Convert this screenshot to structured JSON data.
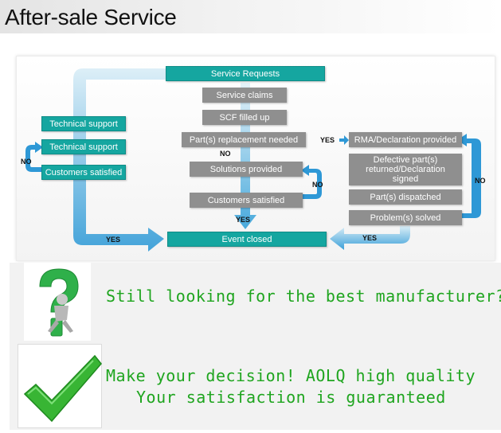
{
  "header": {
    "title": "After-sale Service"
  },
  "diagram": {
    "center": {
      "service_requests": "Service Requests",
      "service_claims": "Service claims",
      "scf_filled_up": "SCF filled up",
      "parts_replacement": "Part(s) replacement needed",
      "solutions_provided": "Solutions provided",
      "customers_satisfied": "Customers satisfied",
      "event_closed": "Event closed"
    },
    "left": {
      "technical_support_1": "Technical support",
      "technical_support_2": "Technical support",
      "customers_satisfied": "Customers satisfied"
    },
    "right": {
      "rma_declaration": "RMA/Declaration provided",
      "defective_parts": "Defective part(s) returned/Declaration signed",
      "parts_dispatched": "Part(s) dispatched",
      "problems_solved": "Problem(s) solved"
    },
    "labels": {
      "no_left": "NO",
      "yes_left": "YES",
      "no_center_1": "NO",
      "no_center_2": "NO",
      "yes_center": "YES",
      "yes_rma": "YES",
      "yes_right": "YES",
      "no_right": "NO"
    }
  },
  "messages": {
    "line1": "Still looking for the best manufacturer?",
    "line2": "Make your decision! AOLQ high quality",
    "line3": "Your satisfaction is guaranteed"
  },
  "colors": {
    "teal": "#15a6a0",
    "gray_box": "#8f8f8f",
    "arrow_light": "#a9d8ec",
    "arrow_dark": "#1e8fd0",
    "message_green": "#1fa51f"
  },
  "icons": [
    "question-mark-figure-icon",
    "check-mark-icon"
  ]
}
